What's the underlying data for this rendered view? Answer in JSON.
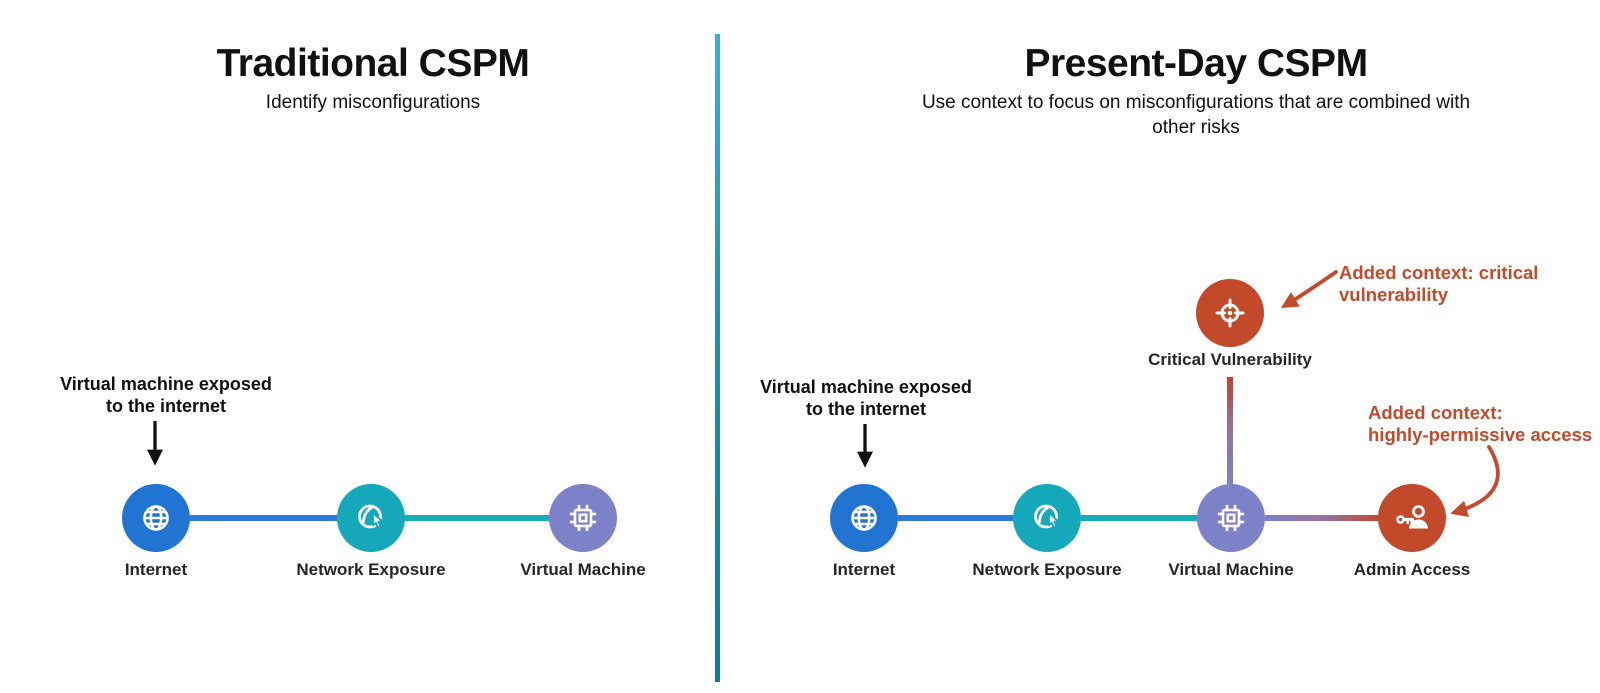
{
  "left_panel": {
    "title": "Traditional CSPM",
    "subtitle": "Identify misconfigurations",
    "callout": {
      "line1": "Virtual machine exposed",
      "line2": "to the internet"
    },
    "nodes": {
      "internet": {
        "label": "Internet",
        "color": "#2274d3",
        "icon": "globe-icon"
      },
      "network_exposure": {
        "label": "Network Exposure",
        "color": "#14a8ba",
        "icon": "globe-cursor-icon"
      },
      "virtual_machine": {
        "label": "Virtual Machine",
        "color": "#7d81c7",
        "icon": "cpu-chip-icon"
      }
    }
  },
  "right_panel": {
    "title": "Present-Day CSPM",
    "subtitle": "Use context to focus on misconfigurations that are combined with other risks",
    "callout": {
      "line1": "Virtual machine exposed",
      "line2": "to the internet"
    },
    "nodes": {
      "internet": {
        "label": "Internet",
        "color": "#2274d3",
        "icon": "globe-icon"
      },
      "network_exposure": {
        "label": "Network Exposure",
        "color": "#14a8ba",
        "icon": "globe-cursor-icon"
      },
      "virtual_machine": {
        "label": "Virtual Machine",
        "color": "#7d81c7",
        "icon": "cpu-chip-icon"
      },
      "critical_vulnerability": {
        "label": "Critical Vulnerability",
        "color": "#c2492a",
        "icon": "target-icon"
      },
      "admin_access": {
        "label": "Admin Access",
        "color": "#c2492a",
        "icon": "key-person-icon"
      }
    },
    "annotations": {
      "critical_vulnerability": {
        "line1": "Added context: critical",
        "line2": "vulnerability"
      },
      "admin_access": {
        "line1": "Added context:",
        "line2": "highly-permissive access"
      }
    }
  },
  "colors": {
    "node_blue": "#2274d3",
    "node_teal": "#14a8ba",
    "node_purple": "#7d81c7",
    "node_red": "#c2492a",
    "connector_blue": "#2b7ad6",
    "connector_teal": "#17acb9",
    "annotation_red": "#c44a2c",
    "divider_teal_top": "#35b4ce",
    "divider_teal_bottom": "#0f7d92",
    "arrow_black": "#111111",
    "text_dark": "#1a1a1a"
  }
}
